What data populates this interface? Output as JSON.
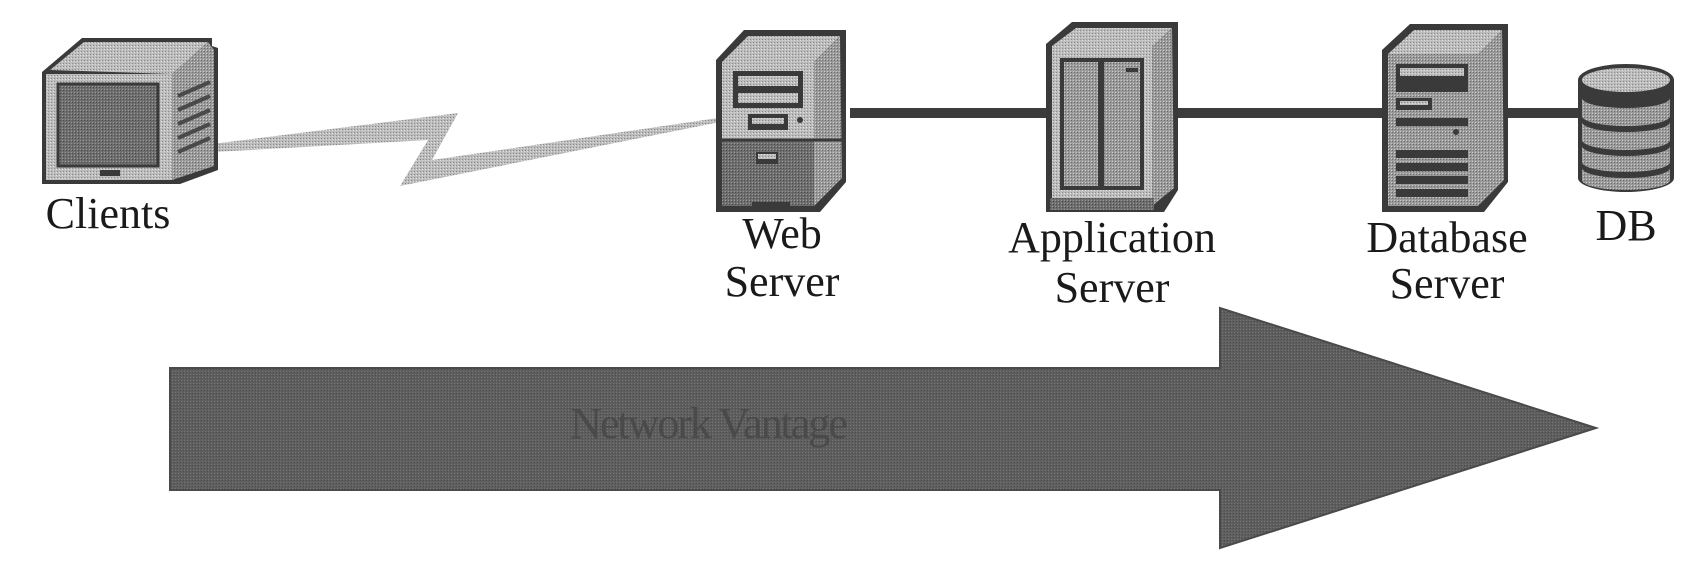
{
  "diagram": {
    "nodes": [
      {
        "id": "clients",
        "label_lines": [
          "Clients"
        ],
        "icon": "client-monitor-icon"
      },
      {
        "id": "web-server",
        "label_lines": [
          "Web",
          "Server"
        ],
        "icon": "web-server-tower-icon"
      },
      {
        "id": "application-server",
        "label_lines": [
          "Application",
          "Server"
        ],
        "icon": "application-server-cabinet-icon"
      },
      {
        "id": "database-server",
        "label_lines": [
          "Database",
          "Server"
        ],
        "icon": "database-server-tower-icon"
      },
      {
        "id": "db",
        "label_lines": [
          "DB"
        ],
        "icon": "database-cylinder-icon"
      }
    ],
    "links": [
      {
        "from": "clients",
        "to": "web-server",
        "style": "lightning-wan"
      },
      {
        "from": "web-server",
        "to": "application-server",
        "style": "solid"
      },
      {
        "from": "application-server",
        "to": "database-server",
        "style": "solid"
      },
      {
        "from": "database-server",
        "to": "db",
        "style": "solid"
      }
    ],
    "arrow": {
      "label": "Network Vantage",
      "direction": "right"
    },
    "colors": {
      "icon_dark": "#3a3a3a",
      "icon_mid": "#7a7a7a",
      "icon_light": "#b4b4b4",
      "link": "#3c3c3c",
      "lightning": "#b0b0b0",
      "arrow_fill": "#5a5a5a",
      "arrow_text": "#4a4a4a"
    }
  }
}
